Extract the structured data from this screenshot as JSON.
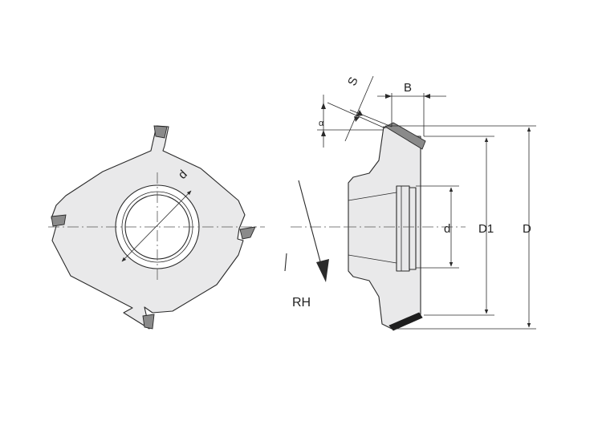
{
  "labels": {
    "bore_front": "d",
    "angle_alpha": "α",
    "offset_s": "S",
    "width_b": "B",
    "bore_side": "d",
    "diameter_d1": "D1",
    "diameter_d": "D",
    "rotation": "RH"
  },
  "colors": {
    "body_fill": "#e9e9ea",
    "insert_fill": "#8a8a8a",
    "insert_edge": "#1e1e1e",
    "line": "#2a2a2a"
  }
}
